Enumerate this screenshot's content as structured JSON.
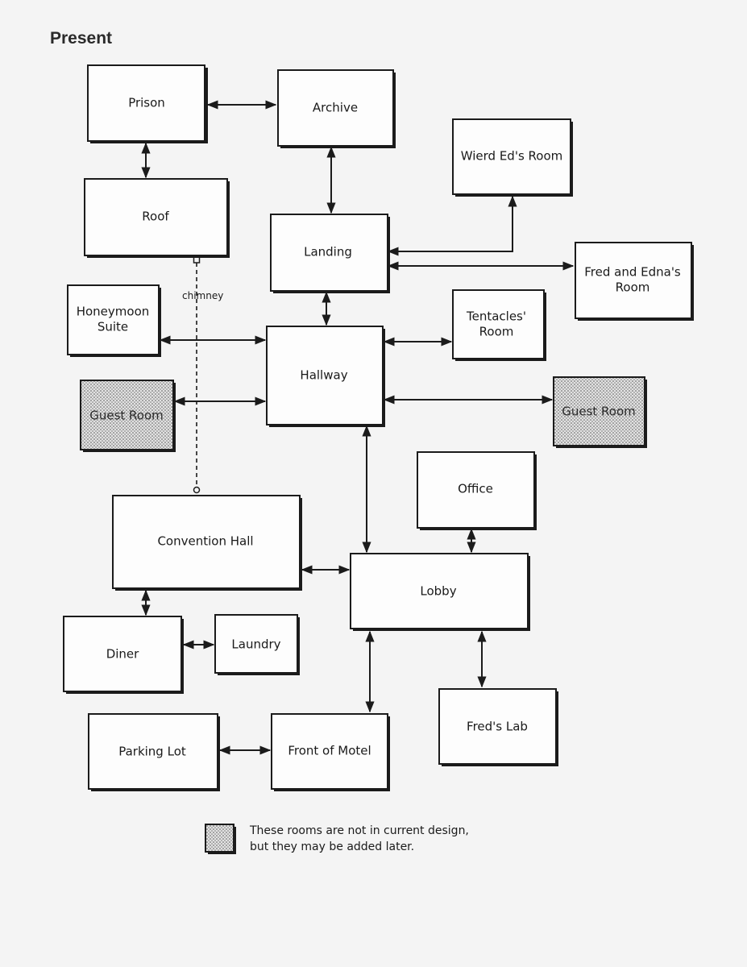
{
  "page": {
    "title": "Present"
  },
  "rooms": {
    "prison": "Prison",
    "archive": "Archive",
    "wierd_ed": "Wierd Ed's Room",
    "roof": "Roof",
    "landing": "Landing",
    "fred_edna_1": "Fred and Edna's",
    "fred_edna_2": "Room",
    "honeymoon_1": "Honeymoon",
    "honeymoon_2": "Suite",
    "tentacles_1": "Tentacles'",
    "tentacles_2": "Room",
    "hallway": "Hallway",
    "guest_left": "Guest Room",
    "guest_right": "Guest Room",
    "office": "Office",
    "convention": "Convention Hall",
    "lobby": "Lobby",
    "diner": "Diner",
    "laundry": "Laundry",
    "freds_lab": "Fred's Lab",
    "parking": "Parking Lot",
    "front": "Front of Motel"
  },
  "chimney_label": "chimney",
  "legend": {
    "line1": "These rooms are not in current design,",
    "line2": "but they may be added later."
  }
}
